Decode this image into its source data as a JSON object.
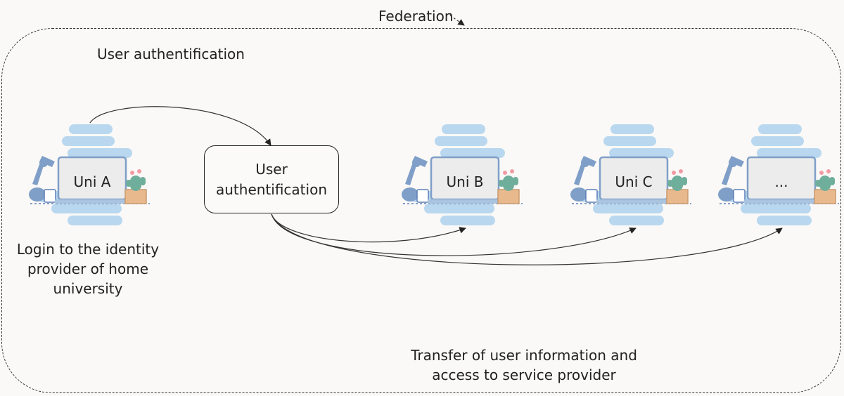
{
  "title": "Federation",
  "auth_region_label": "User authentification",
  "auth_box_label": "User authentification",
  "login_caption": "Login to the identity provider of home university",
  "transfer_caption": "Transfer of user information and access to service provider",
  "nodes": [
    {
      "id": "uni-a",
      "label": "Uni A"
    },
    {
      "id": "uni-b",
      "label": "Uni B"
    },
    {
      "id": "uni-c",
      "label": "Uni C"
    },
    {
      "id": "uni-more",
      "label": "..."
    }
  ],
  "colors": {
    "cloud": "#b9d8ef",
    "lamp": "#7f9fc8",
    "laptop": "#ececec",
    "pot": "#e8b98d",
    "cactus": "#6fae9a"
  }
}
